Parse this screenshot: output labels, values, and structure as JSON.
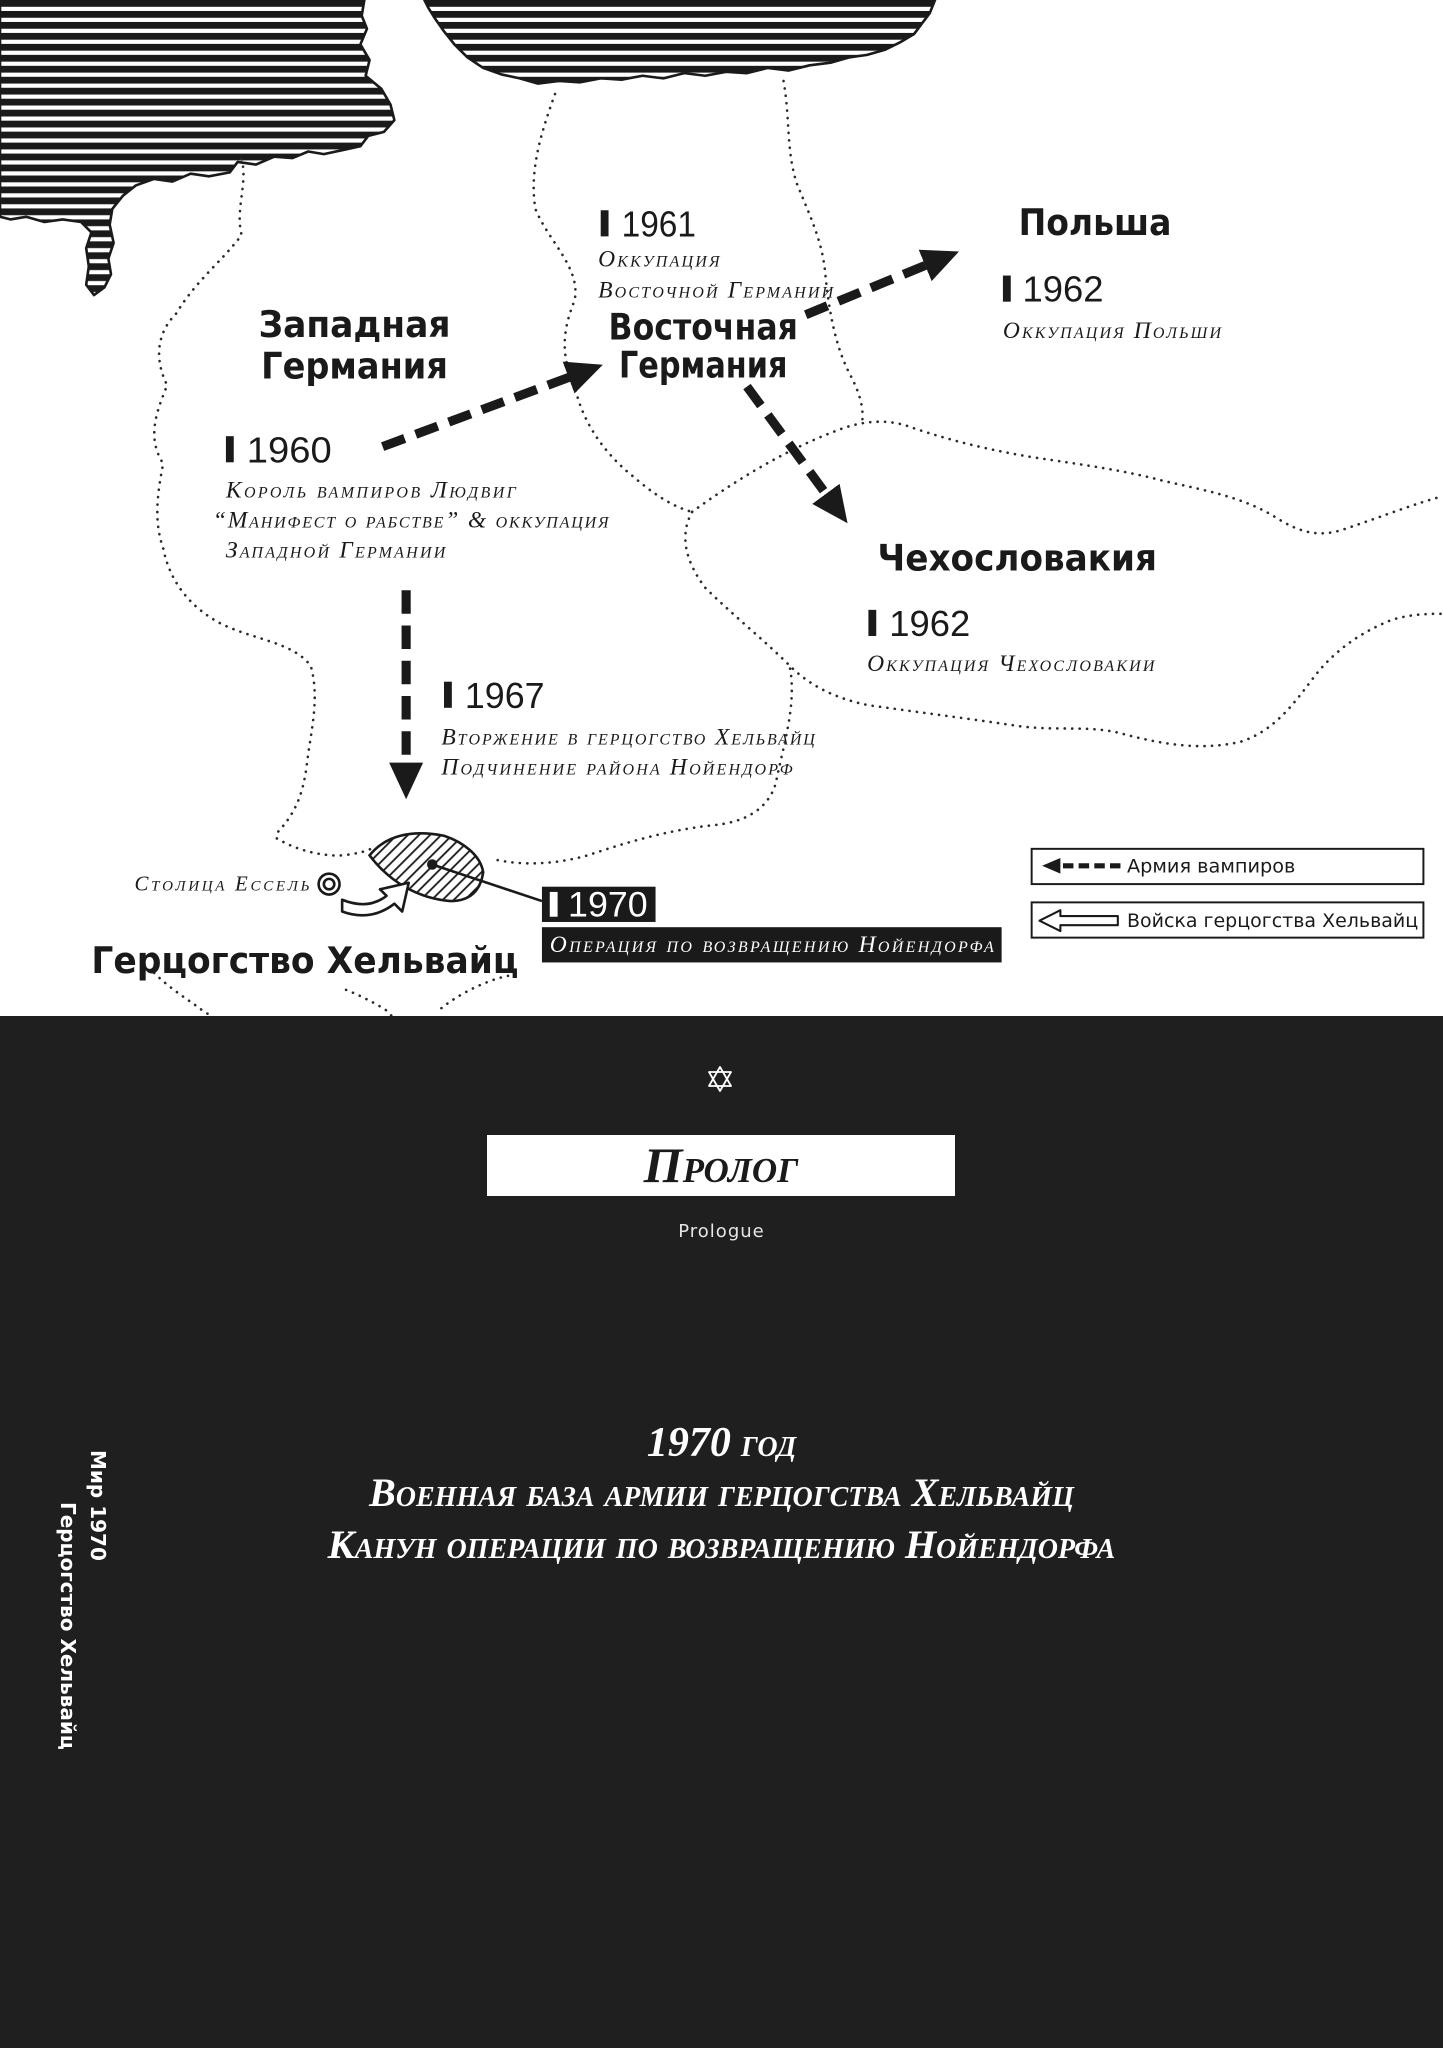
{
  "map": {
    "labels": {
      "poland": "Польша",
      "east_germany_line1": "Восточная",
      "east_germany_line2": "Германия",
      "west_germany_line1": "Западная",
      "west_germany_line2": "Германия",
      "czechoslovakia": "Чехословакия",
      "duchy": "Герцогство Хельвайц",
      "capital": "Столица Ессель"
    },
    "events": [
      {
        "year": "1960",
        "lines": [
          "Король вампиров Людвиг",
          "“Манифест о рабстве” & оккупация",
          "Западной Германии"
        ]
      },
      {
        "year": "1961",
        "lines": [
          "Оккупация",
          "Восточной Германии"
        ]
      },
      {
        "year": "1962",
        "lines": [
          "Оккупация Польши"
        ]
      },
      {
        "year": "1962",
        "lines": [
          "Оккупация Чехословакии"
        ]
      },
      {
        "year": "1967",
        "lines": [
          "Вторжение в герцогство Хельвайц",
          "Подчинение района Нойендорф"
        ]
      },
      {
        "year": "1970",
        "lines": [
          "Операция по возвращению Нойендорфа"
        ]
      }
    ],
    "legend": [
      {
        "icon": "dashed-arrow-icon",
        "label": "Армия вампиров"
      },
      {
        "icon": "hollow-arrow-icon",
        "label": "Войска герцогства Хельвайц"
      }
    ]
  },
  "chapter": {
    "ornament_icon": "star-of-david-icon",
    "title": "Пролог",
    "subtitle": "Prologue",
    "heading": {
      "year": "1970",
      "year_suffix": "год",
      "lines": [
        "Военная база армии герцогства Хельвайц",
        "Канун операции по возвращению Нойендорфа"
      ]
    }
  },
  "side_caption": {
    "line1": "Мир 1970",
    "line2": "Герцогство Хельвайц"
  },
  "colors": {
    "map_background": "#ffffff",
    "ink": "#1a1a1a",
    "page_dark": "#1f1f1f",
    "text_light": "#ffffff"
  }
}
